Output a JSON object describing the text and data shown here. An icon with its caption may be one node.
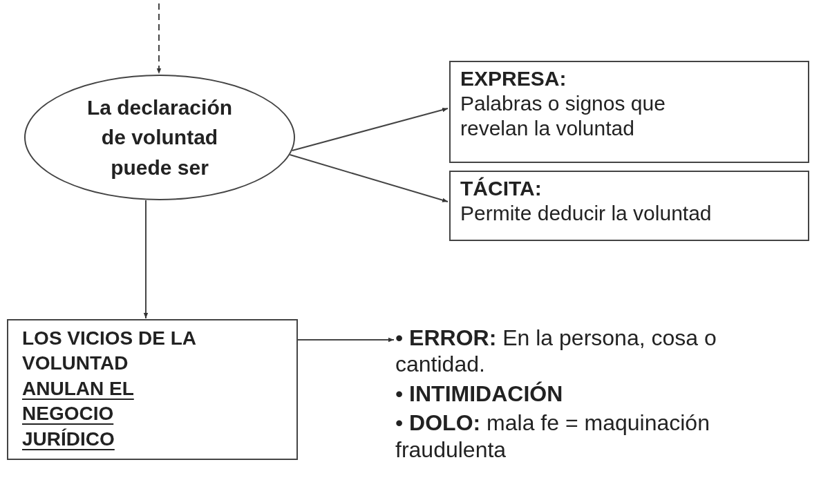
{
  "diagram": {
    "nodes": [
      {
        "text": [
          "La declaración de voluntad puede ser"
        ]
      },
      {
        "text": [
          "EXPRESA:",
          "Palabras o signos que revelan la voluntad"
        ]
      },
      {
        "text": [
          "TÁCITA:",
          "Permite deducir la voluntad"
        ]
      },
      {
        "text": [
          "LOS VICIOS DE LA VOLUNTAD",
          "ANULAN EL NEGOCIO JURÍDICO"
        ]
      },
      {
        "text": [
          "• **ERROR:** En la persona, cosa o cantidad.",
          "• **INTIMIDACIÓN**",
          "• **DOLO:** mala fe = maquinación fraudulenta"
        ]
      }
    ],
    "edges": [
      {
        "from": null,
        "to": 0,
        "arrow": "to",
        "style": "dashed"
      },
      {
        "from": 0,
        "to": 1,
        "arrow": "to"
      },
      {
        "from": 0,
        "to": 2,
        "arrow": "to"
      },
      {
        "from": 0,
        "to": 3,
        "arrow": "to"
      },
      {
        "from": 3,
        "to": 4,
        "arrow": "to"
      }
    ]
  }
}
